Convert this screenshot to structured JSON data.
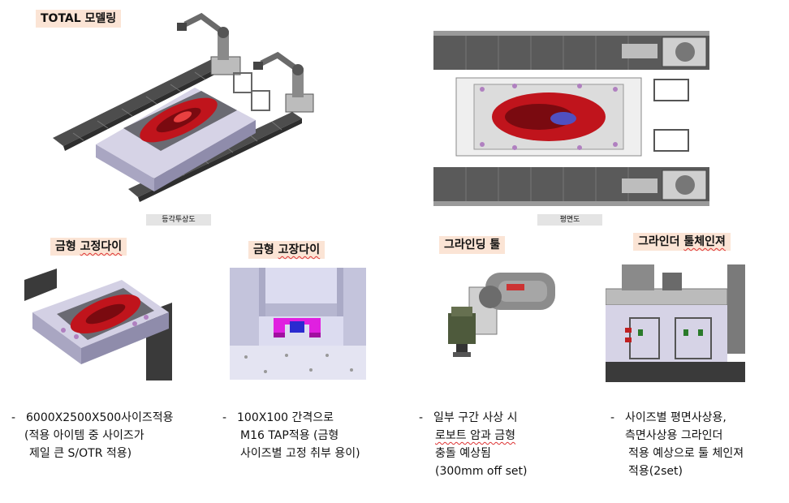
{
  "top": {
    "title_total_prefix": "TOTAL",
    "title_total_suffix": "모델링",
    "caption_iso": "등각투상도",
    "caption_plan": "평면도"
  },
  "sections": [
    {
      "title_a": "금형",
      "title_b": "고정다이",
      "lines": [
        "6000X2500X500사이즈적용",
        "(적용 아이템 중 사이즈가",
        "제일 큰 S/OTR 적용)"
      ]
    },
    {
      "title_a": "금형",
      "title_b": "고장다이",
      "lines": [
        "100X100 간격으로",
        "M16 TAP적용 (금형",
        "사이즈별 고정 취부 용이)"
      ]
    },
    {
      "title_a": "그라인딩",
      "title_b": "툴",
      "lines": [
        "일부 구간 사상 시",
        "로보트 암과 금형",
        "충돌 예상됨",
        "(300mm off set)"
      ]
    },
    {
      "title_a": "그라인더",
      "title_b": "툴체인져",
      "lines": [
        "사이즈별 평면사상용,",
        "측면사상용 그라인더",
        "적용 예상으로 툴 체인져",
        "적용(2set)"
      ]
    }
  ],
  "dash": "-",
  "colors": {
    "tag_bg": "#fbe4d5",
    "caption_bg": "#e4e4e4",
    "die_red": "#c0141c",
    "rail": "#5a5a5a",
    "table": "#c9c6dc"
  }
}
